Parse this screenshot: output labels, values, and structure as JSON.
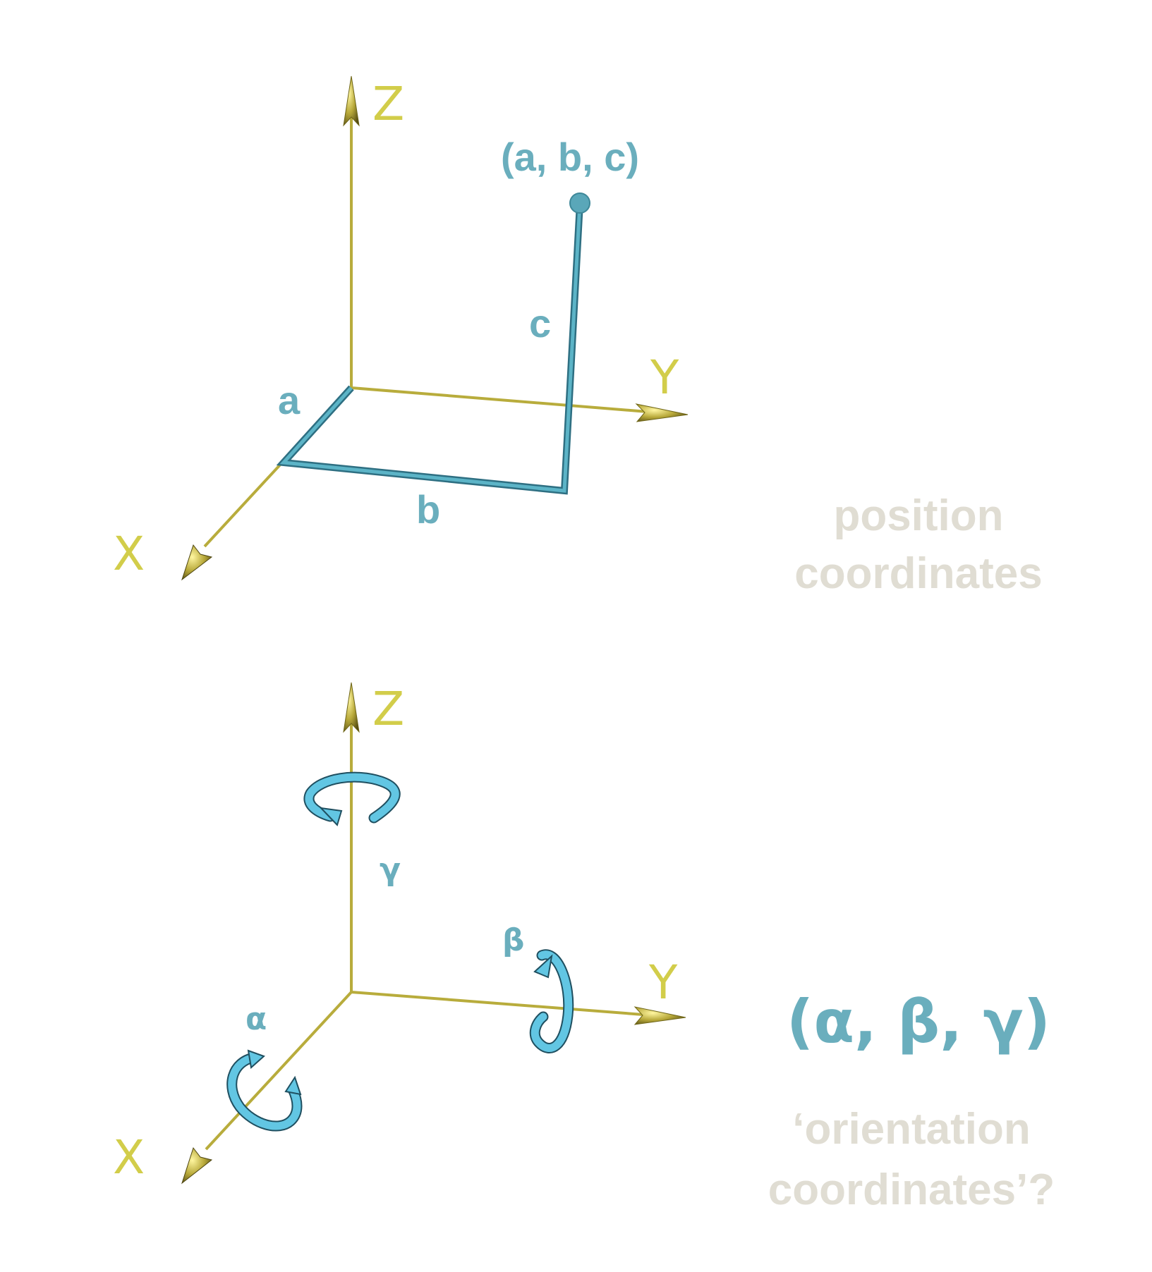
{
  "colors": {
    "axis": "#b5a935",
    "axis_label": "#d2cd4a",
    "path": "#4aa4b8",
    "path_dark": "#2b6e82",
    "point": "#5aa7b9",
    "label_blue": "#6aaebd",
    "label_gray": "#e0ddd3",
    "rot_arrow": "#62c6e3"
  },
  "position_panel": {
    "axis_labels": {
      "x": "X",
      "y": "Y",
      "z": "Z"
    },
    "point_label": "(a, b, c)",
    "segment_labels": {
      "a": "a",
      "b": "b",
      "c": "c"
    },
    "caption_line1": "position",
    "caption_line2": "coordinates"
  },
  "orientation_panel": {
    "axis_labels": {
      "x": "X",
      "y": "Y",
      "z": "Z"
    },
    "rotation_labels": {
      "alpha": "α",
      "beta": "β",
      "gamma": "γ"
    },
    "tuple_label": "(α, β, γ)",
    "caption_line1": "‘orientation",
    "caption_line2": "coordinates’?"
  }
}
